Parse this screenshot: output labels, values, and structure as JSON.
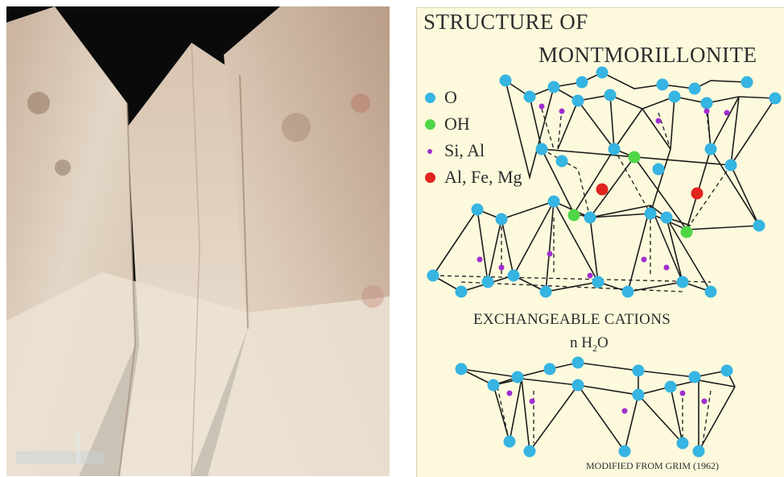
{
  "diagram": {
    "title_line1": "STRUCTURE OF",
    "title_line2": "MONTMORILLONITE",
    "legend": [
      {
        "label": "O",
        "color": "#36b4e2"
      },
      {
        "label": "OH",
        "color": "#4fd647"
      },
      {
        "label": "Si, Al",
        "color": "#a02ed0"
      },
      {
        "label": "Al, Fe, Mg",
        "color": "#e0241f"
      }
    ],
    "exchange_label": "EXCHANGEABLE CATIONS",
    "water_n": "n H",
    "water_sub": "2",
    "water_o": "O",
    "credit": "MODIFIED FROM GRIM (1962)"
  }
}
